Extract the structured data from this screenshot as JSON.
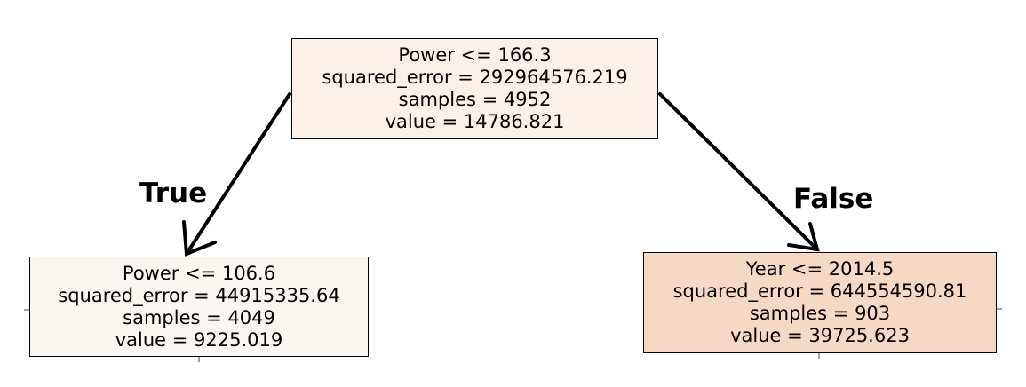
{
  "nodes": {
    "root": {
      "condition": "Power <= 166.3",
      "squared_error": "squared_error = 292964576.219",
      "samples": "samples = 4952",
      "value": "value = 14786.821",
      "fill": "#fbf1e9"
    },
    "left": {
      "condition": "Power <= 106.6",
      "squared_error": "squared_error = 44915335.64",
      "samples": "samples = 4049",
      "value": "value = 9225.019",
      "fill": "#fcf6f1"
    },
    "right": {
      "condition": "Year <= 2014.5",
      "squared_error": "squared_error = 644554590.81",
      "samples": "samples = 903",
      "value": "value = 39725.623",
      "fill": "#f6d9c4"
    }
  },
  "edges": {
    "true_label": "True",
    "false_label": "False"
  }
}
